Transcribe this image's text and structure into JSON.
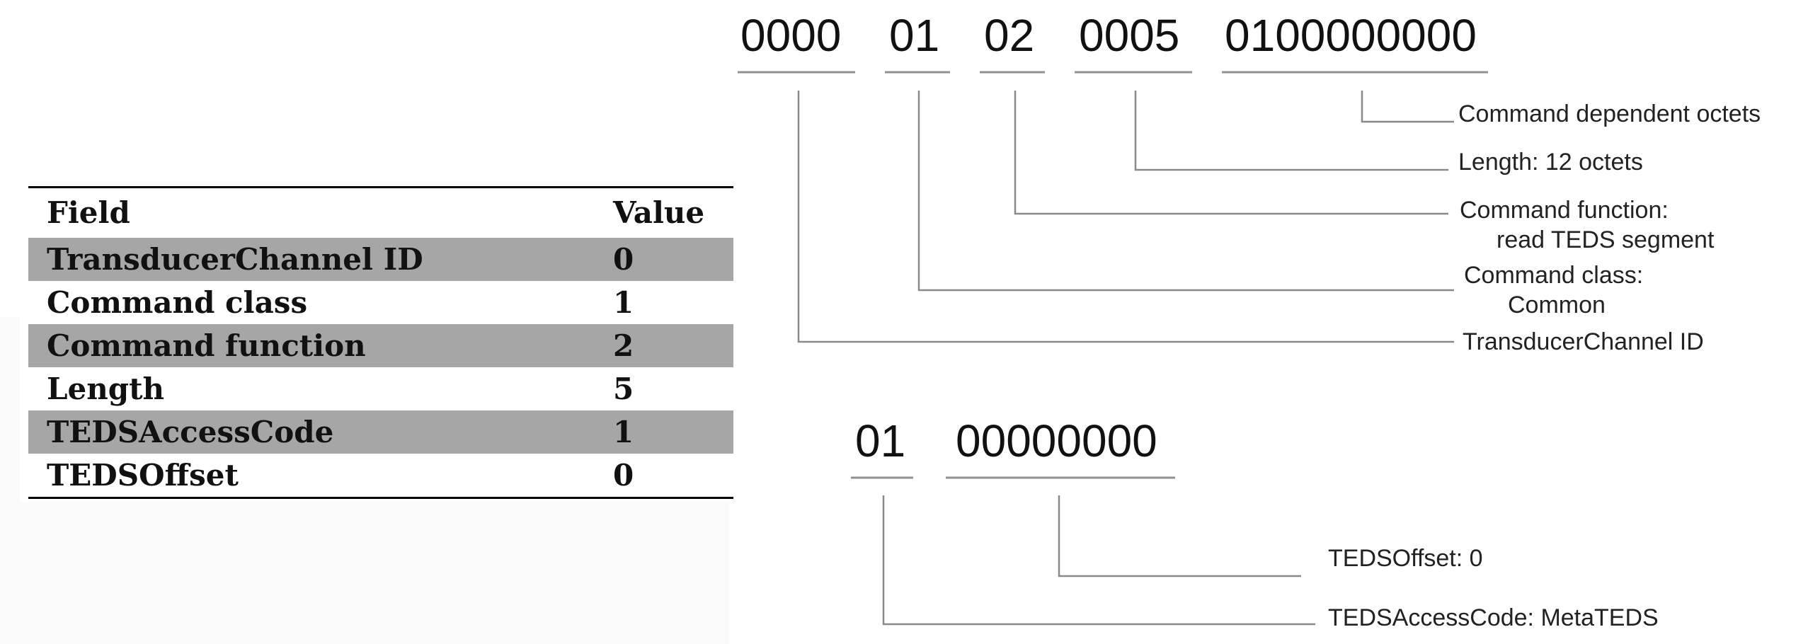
{
  "table": {
    "headers": [
      "Field",
      "Value"
    ],
    "rows": [
      [
        "TransducerChannel ID",
        "0"
      ],
      [
        "Command class",
        "1"
      ],
      [
        "Command function",
        "2"
      ],
      [
        "Length",
        "5"
      ],
      [
        "TEDSAccessCode",
        "1"
      ],
      [
        "TEDSOffset",
        "0"
      ]
    ]
  },
  "message": {
    "groups": [
      "0000",
      "01",
      "02",
      "0005",
      "0100000000"
    ],
    "labels": [
      "Command dependent octets",
      "Length: 12 octets",
      "Command function:",
      "read TEDS segment",
      "Command class:",
      "Common",
      "TransducerChannel ID"
    ]
  },
  "payload": {
    "groups": [
      "01",
      "00000000"
    ],
    "labels": [
      "TEDSOffset: 0",
      "TEDSAccessCode: MetaTEDS"
    ]
  }
}
